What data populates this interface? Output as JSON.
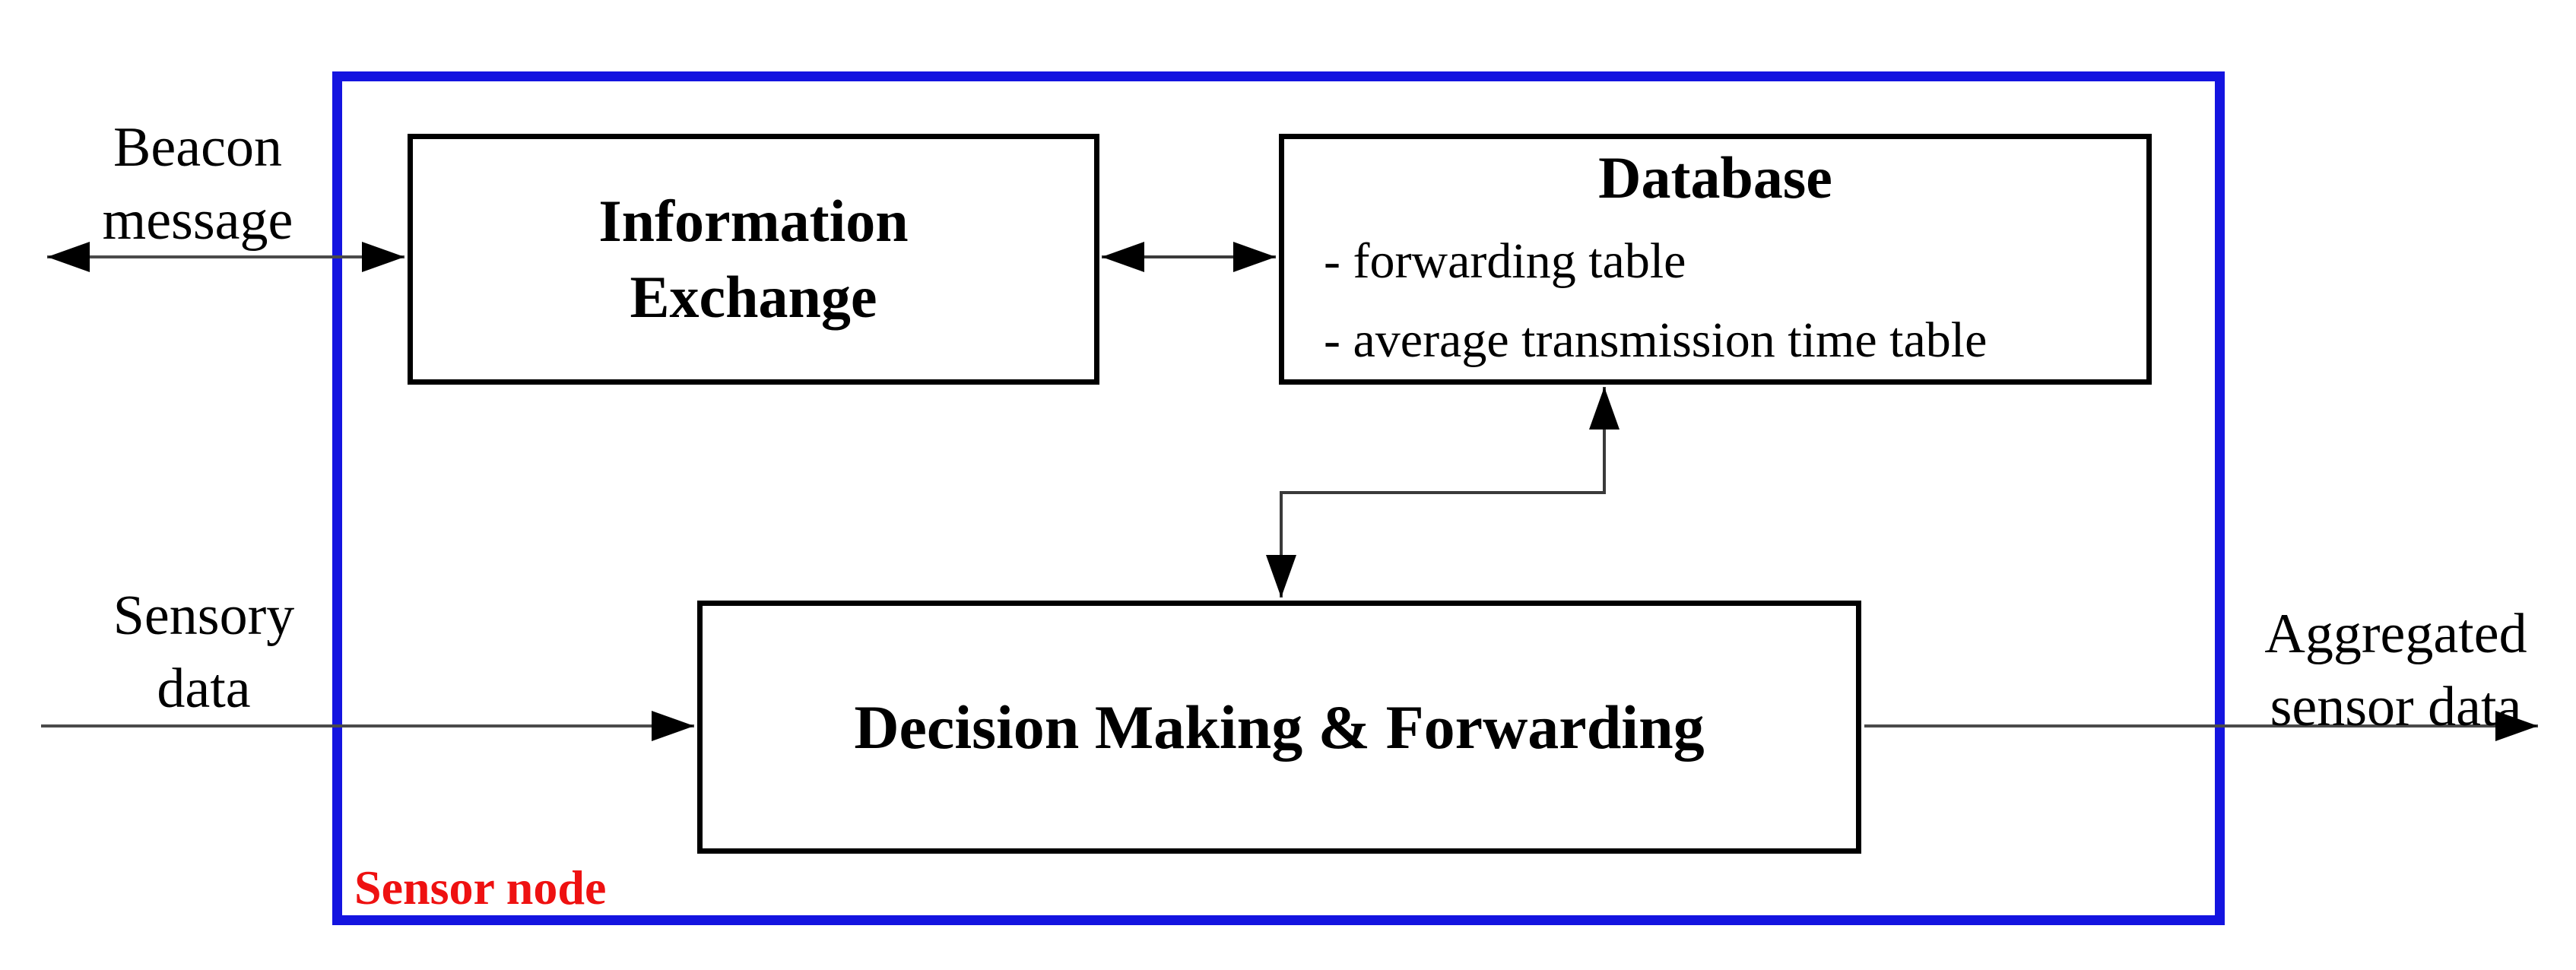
{
  "colors": {
    "frame_blue": "#1414e0",
    "node_label_red": "#ee1111",
    "box_border": "#000000",
    "thin_line": "#4a4a4a",
    "arrowhead": "#000000"
  },
  "frame": {
    "label": "Sensor node"
  },
  "boxes": {
    "information_exchange": {
      "title": "Information\nExchange"
    },
    "database": {
      "title": "Database",
      "items": [
        "- forwarding table",
        "- average transmission time table"
      ]
    },
    "decision": {
      "title": "Decision Making & Forwarding"
    }
  },
  "external_labels": {
    "beacon": "Beacon\nmessage",
    "sensory": "Sensory\ndata",
    "aggregated": "Aggregated\nsensor data"
  },
  "arrows": [
    {
      "name": "beacon-arrow",
      "description": "double-headed horizontal arrow between outside-left and Information Exchange"
    },
    {
      "name": "ie-db-arrow",
      "description": "double-headed horizontal arrow between Information Exchange and Database"
    },
    {
      "name": "db-decision-connector",
      "description": "stepped double-headed arrow between Decision Making & Forwarding and Database"
    },
    {
      "name": "sensory-data-arrow",
      "description": "arrow from outside-left into Decision Making & Forwarding"
    },
    {
      "name": "aggregated-output-arrow",
      "description": "arrow from Decision Making & Forwarding to outside-right"
    }
  ]
}
